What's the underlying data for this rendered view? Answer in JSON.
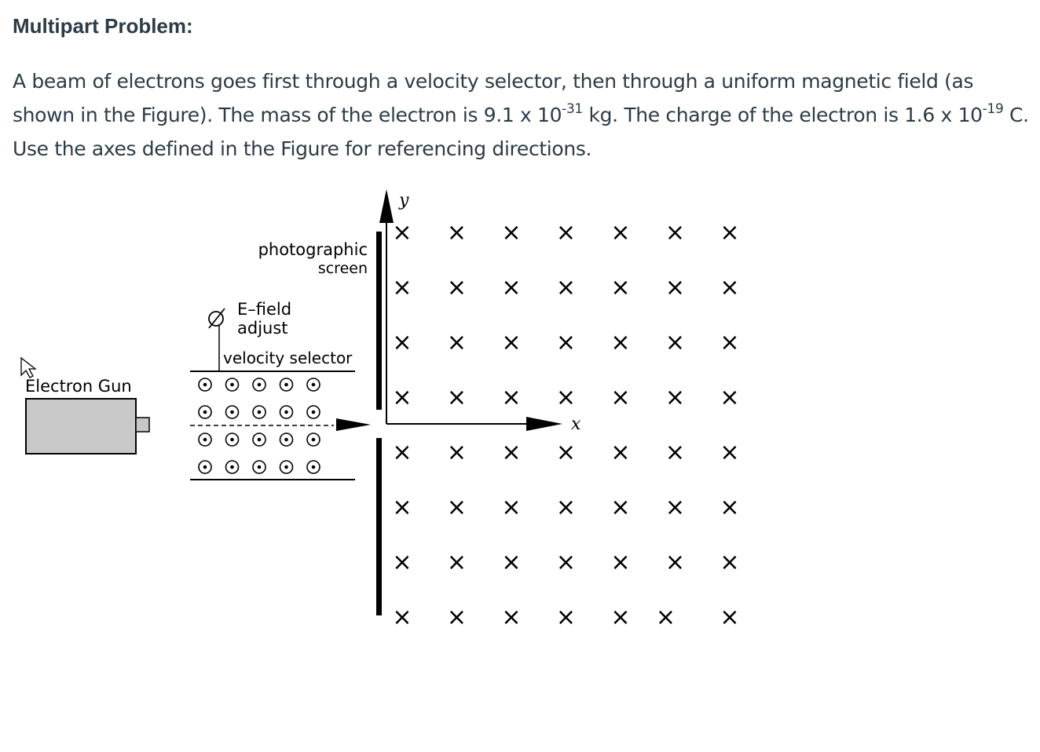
{
  "heading": "Multipart Problem:",
  "problem": {
    "part1": "A beam of electrons goes first through a velocity selector, then through a uniform magnetic field (as shown in the Figure). The mass of the electron is 9.1 x 10",
    "exp1": "-31",
    "part2": " kg. The charge of the electron is 1.6 x 10",
    "exp2": "-19",
    "part3": " C.  Use the axes defined in the Figure for referencing directions."
  },
  "figure": {
    "screen_label_line1": "photographic",
    "screen_label_line2": "screen",
    "efield_line1": "E–field",
    "efield_line2": "adjust",
    "selector_label": "velocity selector",
    "gun_label": "Electron Gun",
    "y_axis_label": "y",
    "x_axis_label": "x",
    "field_symbol": "×",
    "field_rows": 8,
    "field_cols": 7,
    "selector_rows": 4,
    "selector_cols": 5
  }
}
